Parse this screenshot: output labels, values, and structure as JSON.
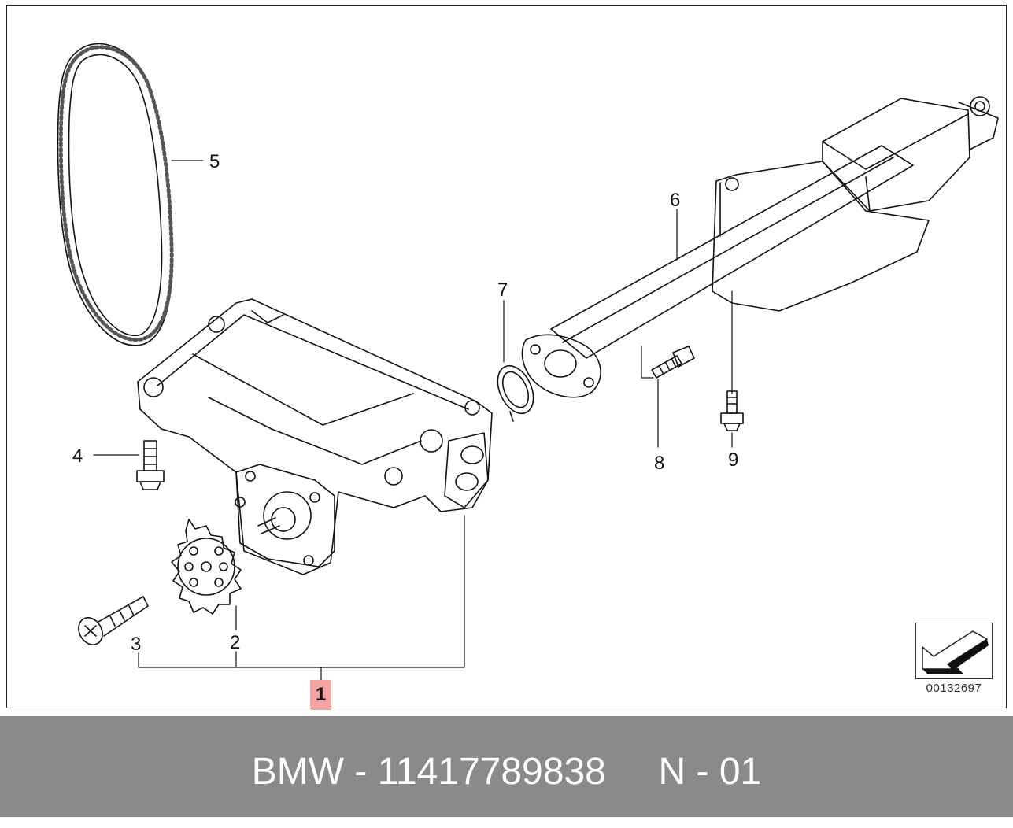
{
  "callouts": {
    "c1": "1",
    "c2": "2",
    "c3": "3",
    "c4": "4",
    "c5": "5",
    "c6": "6",
    "c7": "7",
    "c8": "8",
    "c9": "9"
  },
  "diagram_ref": "00132697",
  "footer": {
    "brand": "BMW",
    "part_number": "11417789838",
    "label": "BMW - 11417789838     N - 01"
  },
  "colors": {
    "highlight": "#f4a3a3",
    "footer_bg": "#8a8a8a",
    "footer_text": "#ffffff",
    "line": "#111111"
  },
  "icons": {
    "direction": "arrow-direction-icon"
  }
}
